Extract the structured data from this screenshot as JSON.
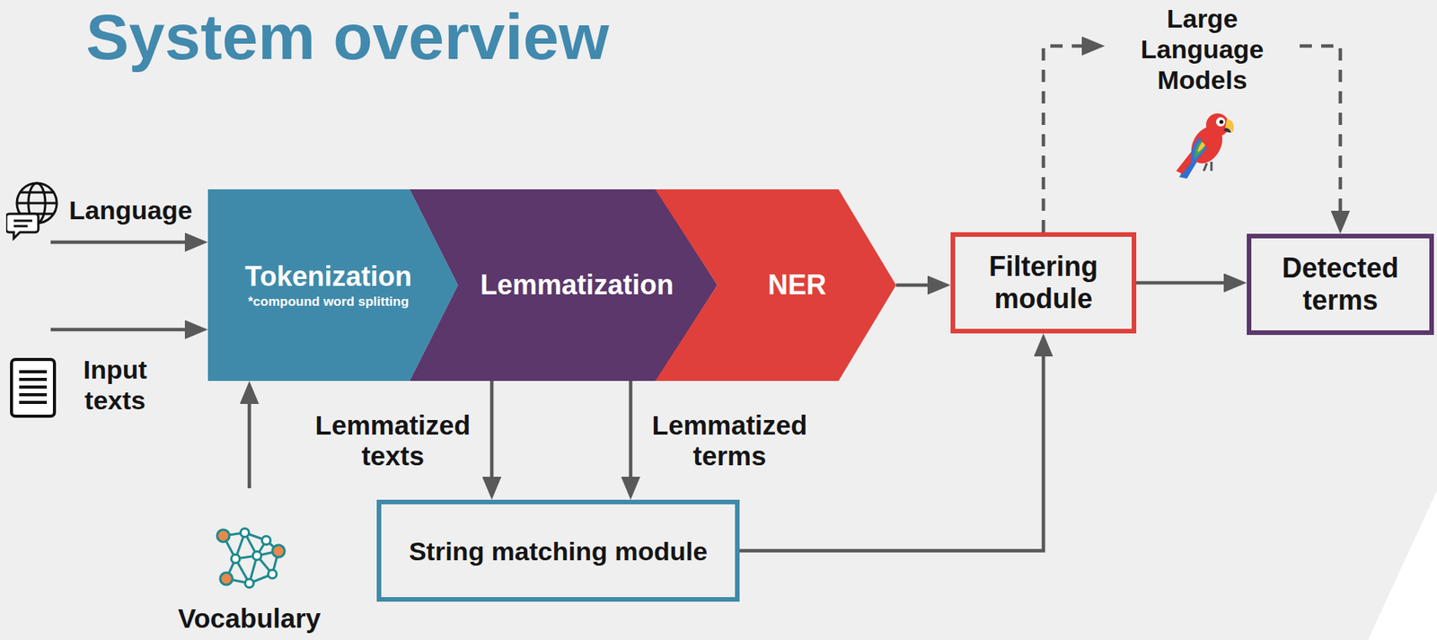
{
  "diagram": {
    "title": "System overview",
    "nodes": [
      {
        "text": [
          "Language"
        ]
      },
      {
        "text": [
          "Input texts"
        ]
      },
      {
        "text": [
          "Tokenization",
          "*compound word splitting"
        ]
      },
      {
        "text": [
          "Lemmatization"
        ]
      },
      {
        "text": [
          "NER"
        ]
      },
      {
        "text": [
          "Large Language Models"
        ]
      },
      {
        "text": [
          "Filtering module"
        ]
      },
      {
        "text": [
          "Detected terms"
        ]
      },
      {
        "text": [
          "String matching module"
        ]
      },
      {
        "text": [
          "Vocabulary"
        ]
      }
    ],
    "edges": [
      {
        "from": 0,
        "to": 2,
        "arrow": "to"
      },
      {
        "from": 1,
        "to": 2,
        "arrow": "to"
      },
      {
        "from": 9,
        "to": 2,
        "arrow": "to"
      },
      {
        "from": 3,
        "to": 8,
        "arrow": "to",
        "label": "Lemmatized texts"
      },
      {
        "from": 3,
        "to": 8,
        "arrow": "to",
        "label": "Lemmatized terms"
      },
      {
        "from": 4,
        "to": 6,
        "arrow": "to"
      },
      {
        "from": 8,
        "to": 6,
        "arrow": "to"
      },
      {
        "from": 6,
        "to": 7,
        "arrow": "to"
      },
      {
        "from": 6,
        "to": 5,
        "arrow": "to"
      },
      {
        "from": 5,
        "to": 7,
        "arrow": "to"
      }
    ]
  }
}
